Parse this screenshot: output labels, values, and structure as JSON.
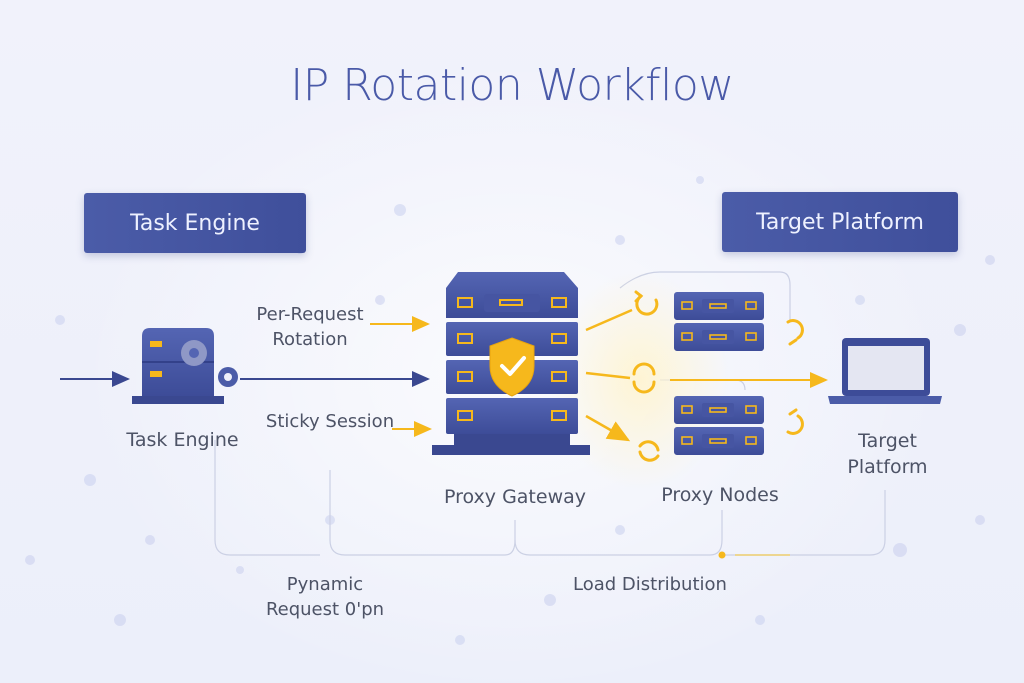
{
  "title": "IP Rotation Workflow",
  "header_boxes": {
    "left": "Task Engine",
    "right": "Target Platform"
  },
  "nodes": {
    "task_engine": {
      "label": "Task Engine",
      "icon": "server-gear-icon"
    },
    "proxy_gateway": {
      "label": "Proxy Gateway",
      "icon": "server-shield-icon"
    },
    "proxy_nodes": {
      "label": "Proxy Nodes",
      "icon": "server-stack-icon"
    },
    "target_platform": {
      "label_line1": "Target",
      "label_line2": "Platform",
      "icon": "laptop-icon"
    }
  },
  "flow_labels": {
    "per_request_line1": "Per-Request",
    "per_request_line2": "Rotation",
    "sticky_session": "Sticky Session",
    "dynamic_line1": "Pynamic",
    "dynamic_line2": "Request 0'pn",
    "load_distribution": "Load Distribution"
  },
  "colors": {
    "primary": "#4b5ca8",
    "primary_dark": "#33418a",
    "accent": "#f6b81c",
    "text": "#4d5366",
    "title": "#4a5aa8",
    "background": "#eef0fa"
  }
}
